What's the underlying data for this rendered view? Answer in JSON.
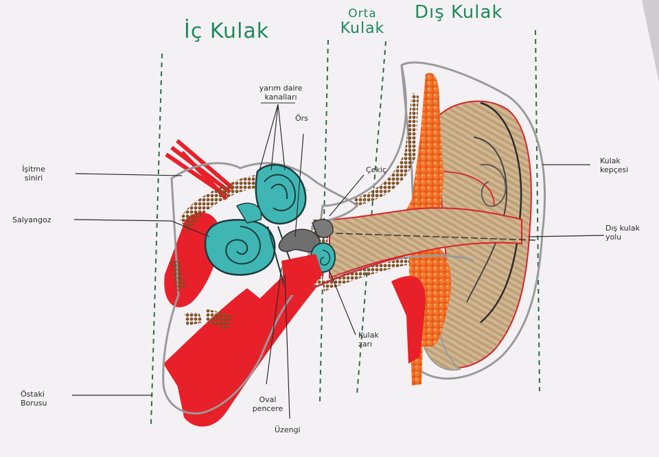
{
  "titles": {
    "inner": "İç Kulak",
    "middle_line1": "Orta",
    "middle_line2": "Kulak",
    "outer": "Dış Kulak"
  },
  "labels": {
    "semicircular_line1": "yarım daire",
    "semicircular_line2": "kanalları",
    "incus": "Örs",
    "hearing_nerve_line1": "İşitme",
    "hearing_nerve_line2": "siniri",
    "malleus": "Çekiç",
    "cochlea": "Salyangoz",
    "eardrum_line1": "Kulak",
    "eardrum_line2": "zarı",
    "eustachian_line1": "Östaki",
    "eustachian_line2": "Borusu",
    "oval_window_line1": "Oval",
    "oval_window_line2": "pencere",
    "stapes": "Üzengi",
    "auricle_line1": "Kulak",
    "auricle_line2": "kepçesi",
    "ear_canal_line1": "Dış kulak",
    "ear_canal_line2": "yolu"
  },
  "colors": {
    "paper": "#f4f1f4",
    "title_green": "#1e8a5a",
    "divider_green": "#2f6a45",
    "jute": "#c9ad86",
    "orange_beads": "#f06a22",
    "red_felt": "#e8202a",
    "turquoise": "#3fb6b4",
    "brown_beads": "#7a4a1e"
  }
}
